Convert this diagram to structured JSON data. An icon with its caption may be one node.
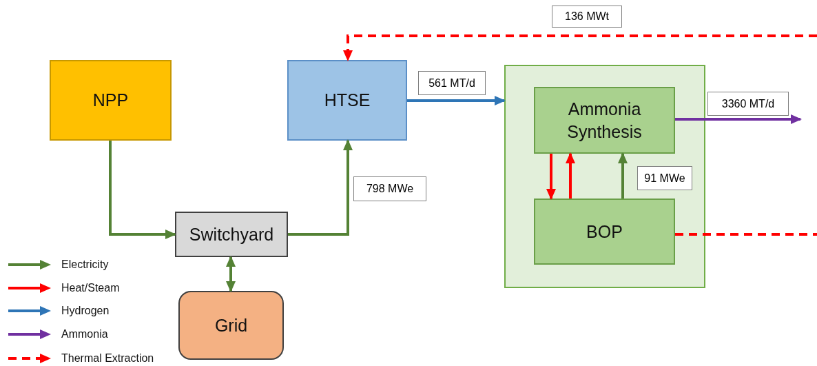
{
  "diagram": {
    "nodes": [
      {
        "text": [
          "NPP"
        ]
      },
      {
        "text": [
          "HTSE"
        ]
      },
      {
        "text": [],
        "shape": "box"
      },
      {
        "text": [
          "Ammonia Synthesis"
        ],
        "in": 2
      },
      {
        "text": [
          "BOP"
        ],
        "in": 2
      },
      {
        "text": [
          "Switchyard"
        ]
      },
      {
        "text": [
          "Grid"
        ]
      }
    ],
    "edges": [
      {
        "from": 0,
        "to": 5,
        "arrow": "to",
        "color": "#548235"
      },
      {
        "from": 5,
        "to": 1,
        "arrow": "to",
        "label": "798 MWe",
        "color": "#548235"
      },
      {
        "from": 5,
        "to": 6,
        "arrow": "both",
        "color": "#548235"
      },
      {
        "from": 1,
        "to": 2,
        "arrow": "to",
        "label": "561 MT/d",
        "color": "#2e75b6"
      },
      {
        "from": 3,
        "to": null,
        "arrow": "to",
        "label": "3360 MT/d",
        "color": "#7030a0"
      },
      {
        "from": 3,
        "to": 4,
        "arrow": "to",
        "color": "#ff0000"
      },
      {
        "from": 4,
        "to": 3,
        "arrow": "to",
        "color": "#ff0000"
      },
      {
        "from": 4,
        "to": 3,
        "arrow": "to",
        "label": "91 MWe",
        "color": "#548235"
      },
      {
        "from": 4,
        "to": null,
        "arrow": "none",
        "style": "dashed",
        "color": "#ff0000"
      },
      {
        "from": null,
        "to": 1,
        "arrow": "to",
        "label": "136 MWt",
        "style": "dashed",
        "color": "#ff0000"
      }
    ],
    "legend": [
      {
        "text": "Electricity",
        "color": "#548235"
      },
      {
        "text": "Heat/Steam",
        "color": "#ff0000"
      },
      {
        "text": "Hydrogen",
        "color": "#2e75b6"
      },
      {
        "text": "Ammonia",
        "color": "#7030a0"
      },
      {
        "text": "Thermal Extraction",
        "color": "#ff0000"
      }
    ]
  }
}
